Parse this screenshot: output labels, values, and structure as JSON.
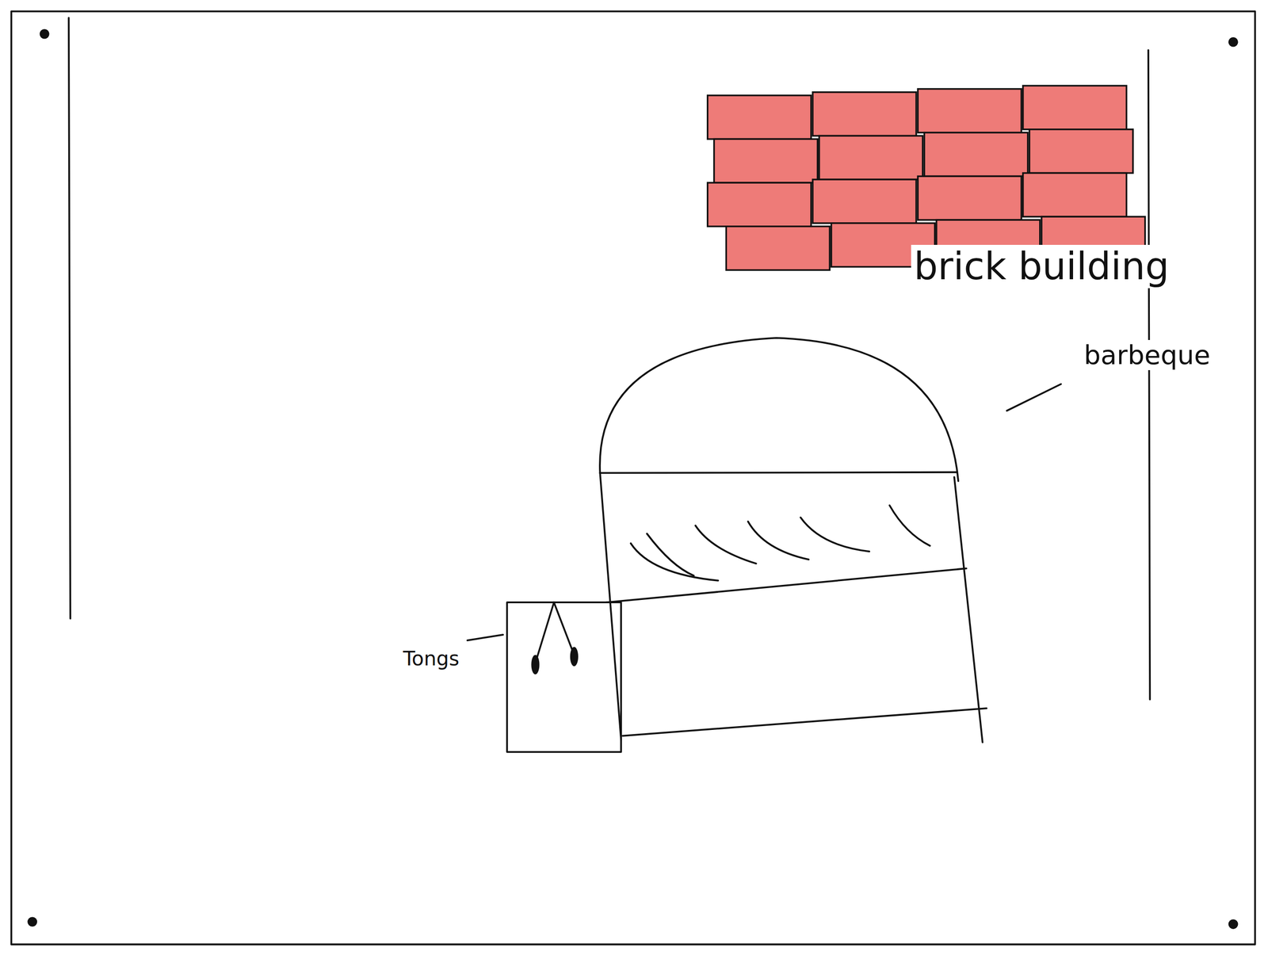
{
  "diagram": {
    "labels": [
      "brick building",
      "barbeque",
      "Tongs"
    ]
  }
}
